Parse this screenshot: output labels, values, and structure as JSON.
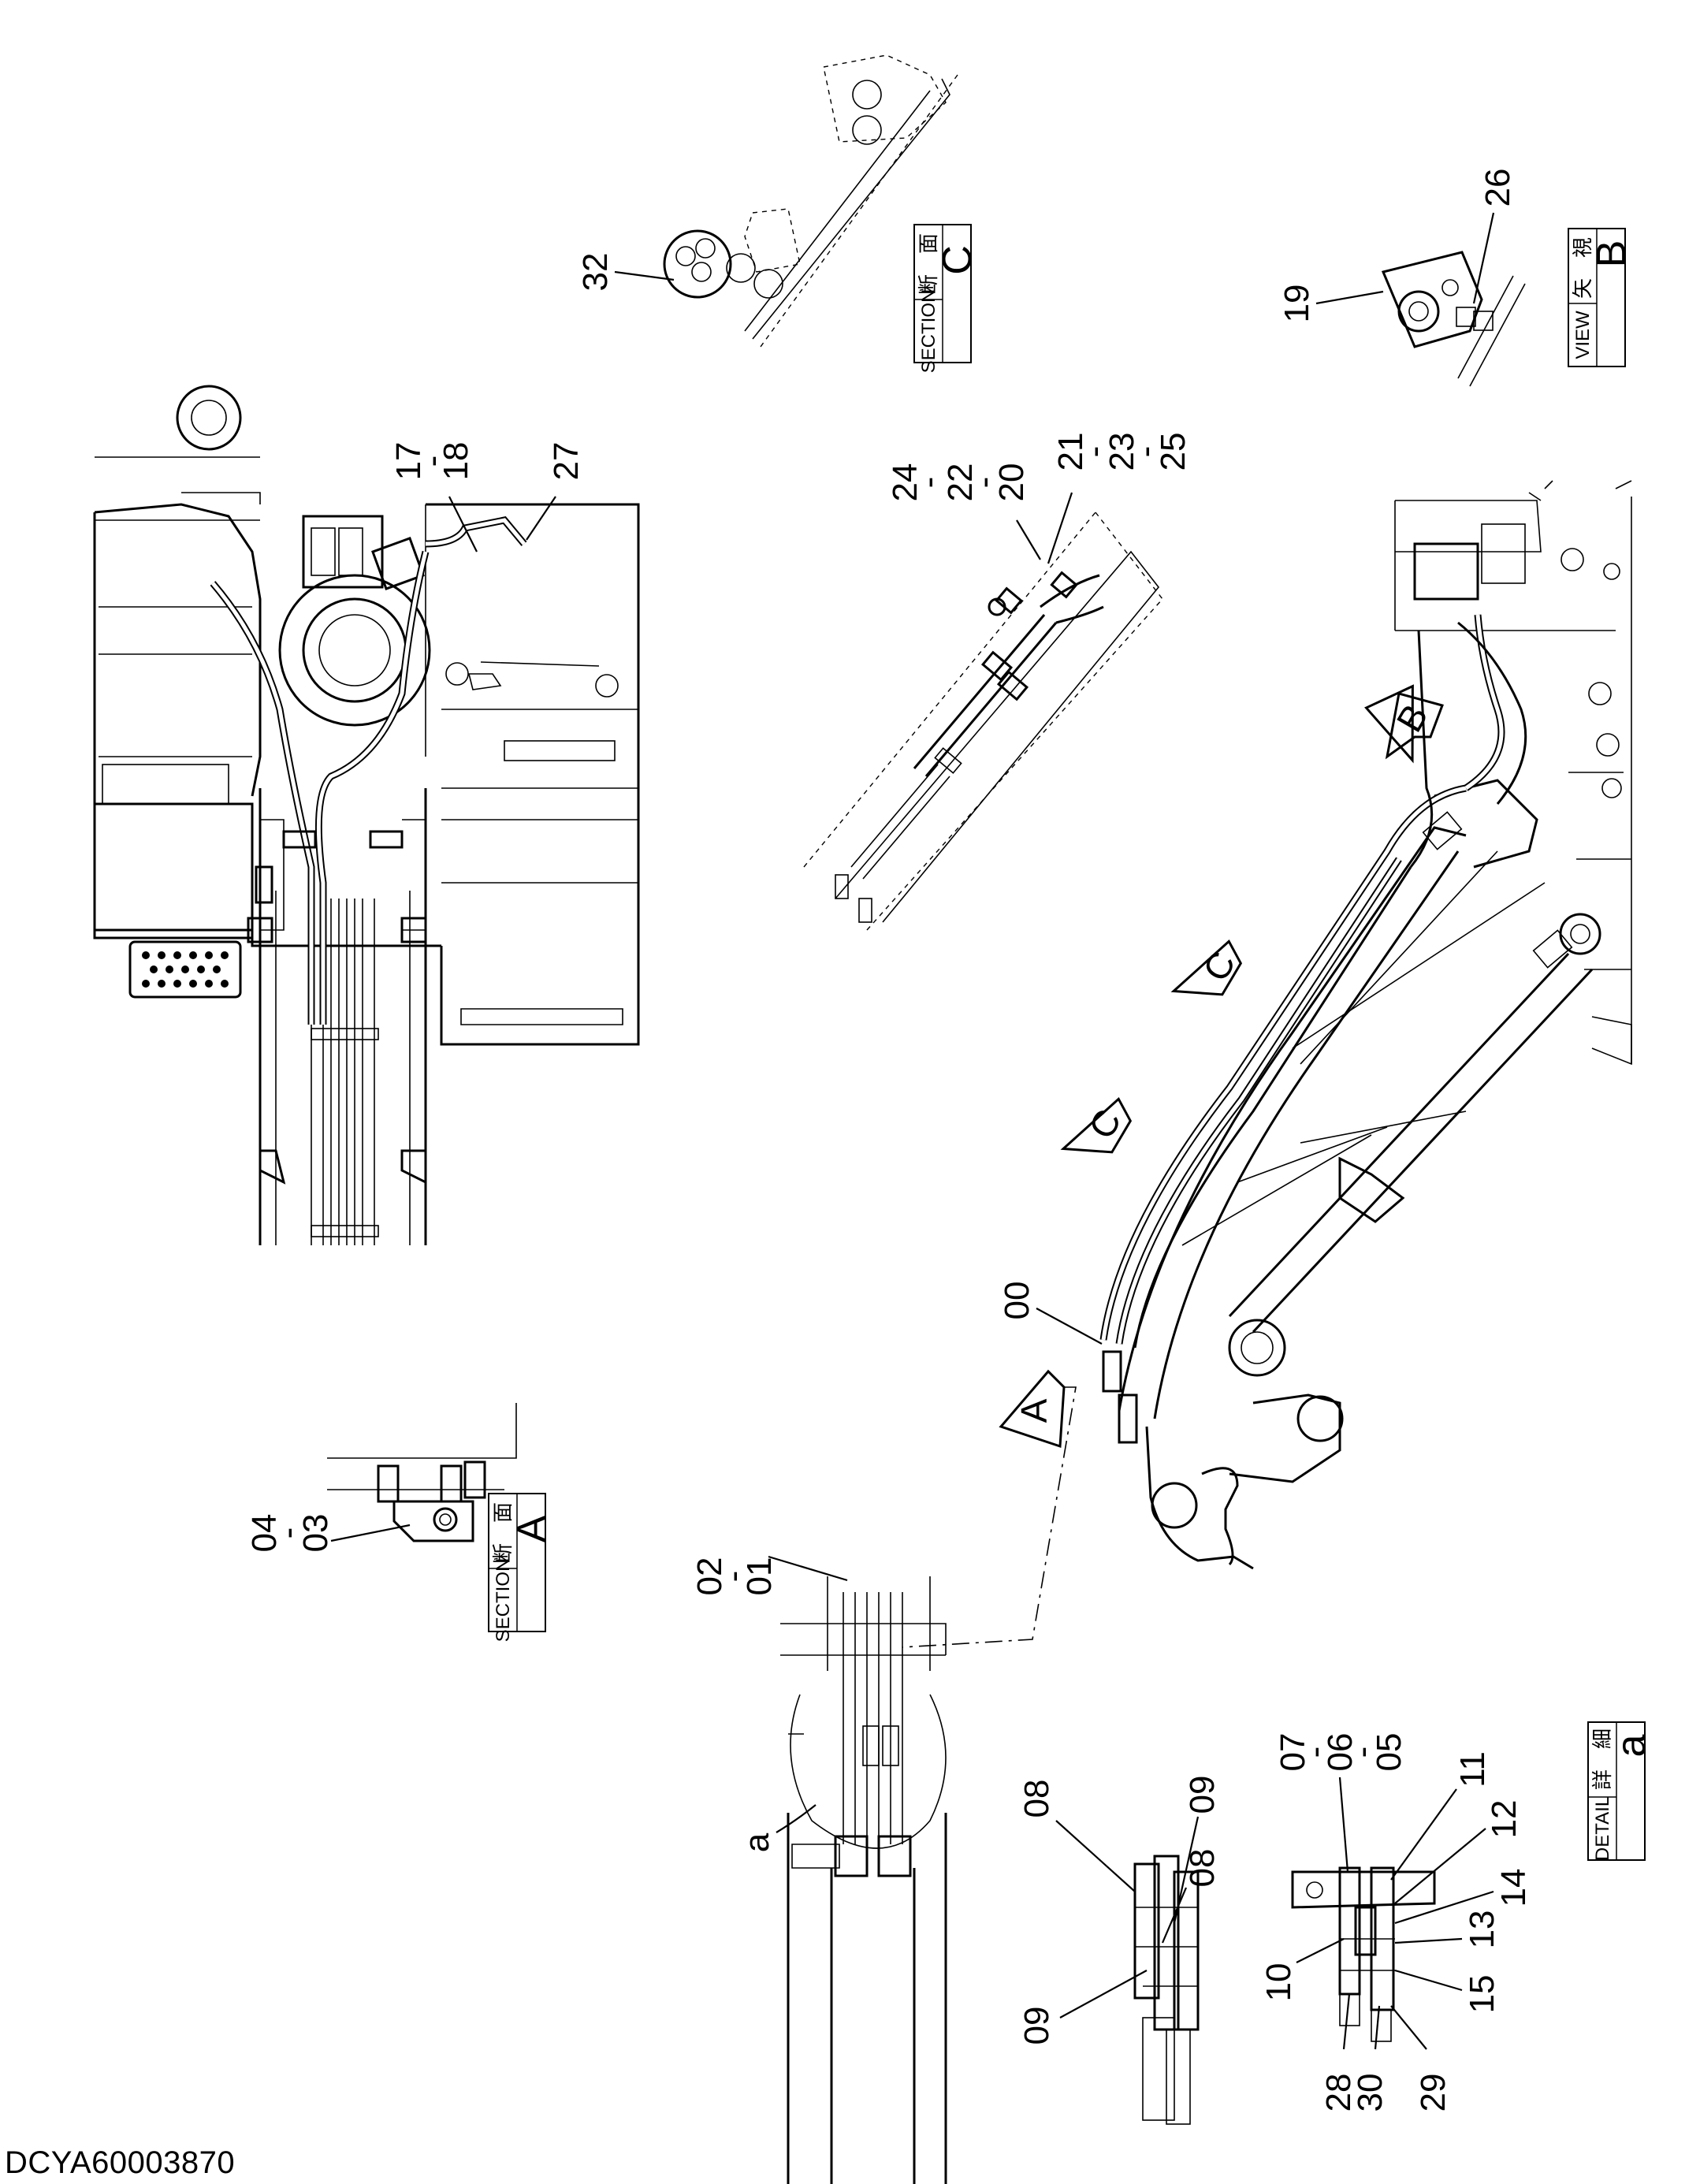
{
  "drawing_code": "DCYA60003870",
  "callouts": {
    "c00": "00",
    "c01": "01",
    "c02": "02",
    "c03": "03",
    "c04": "04",
    "c05": "05",
    "c06": "06",
    "c07": "07",
    "c08a": "08",
    "c08b": "08",
    "c09a": "09",
    "c09b": "09",
    "c10": "10",
    "c11": "11",
    "c12": "12",
    "c13": "13",
    "c14": "14",
    "c15": "15",
    "c17": "17",
    "c18": "18",
    "c19": "19",
    "c20": "20",
    "c21": "21",
    "c22": "22",
    "c23": "23",
    "c24": "24",
    "c25": "25",
    "c26": "26",
    "c27": "27",
    "c28": "28",
    "c29": "29",
    "c30": "30",
    "c32": "32",
    "dash": "-",
    "detail_ref": "a"
  },
  "view_arrows": {
    "a": "A",
    "b": "B",
    "c1": "C",
    "c2": "C"
  },
  "labels": {
    "section_c": {
      "jp": "断　面",
      "en": "SECTION",
      "letter": "C"
    },
    "view_b": {
      "jp": "矢　視",
      "en": "VIEW",
      "letter": "B"
    },
    "section_a": {
      "jp": "断　面",
      "en": "SECTION",
      "letter": "A"
    },
    "detail_a": {
      "jp": "詳　細",
      "en": "DETAIL",
      "letter": "a"
    }
  }
}
